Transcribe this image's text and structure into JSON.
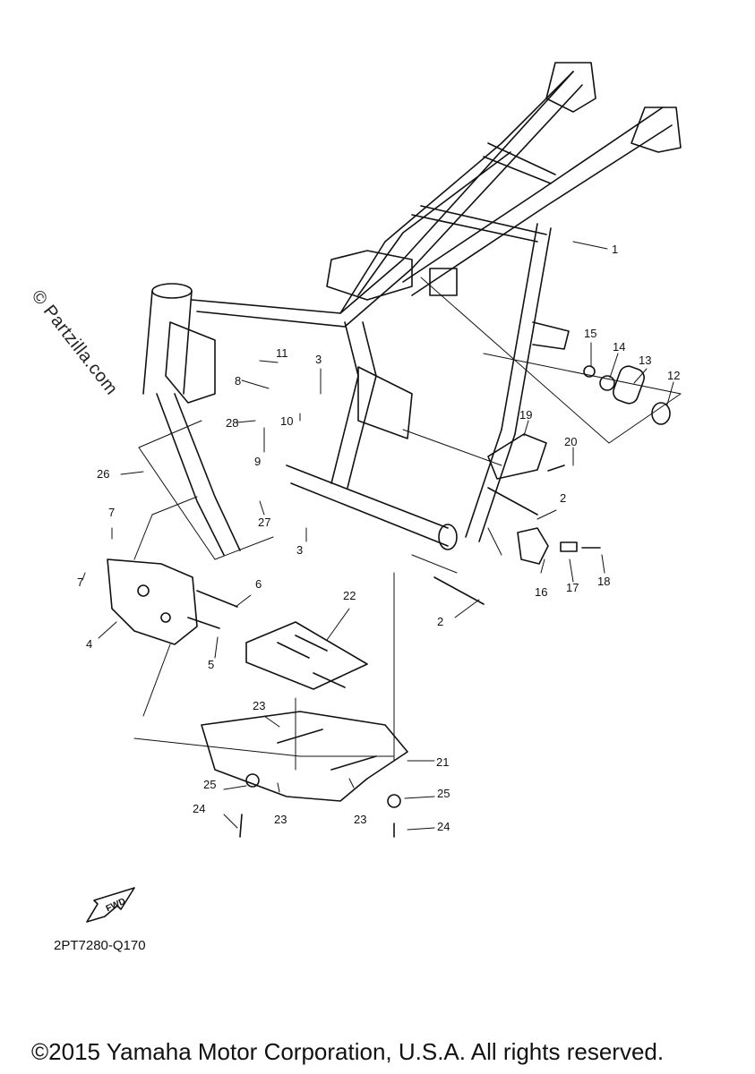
{
  "watermark": "© Partzilla.com",
  "diagram_code": "2PT7280-Q170",
  "copyright": "©2015 Yamaha Motor Corporation, U.S.A. All rights reserved.",
  "fwd_label": "FWD",
  "callouts": [
    {
      "id": "c1",
      "text": "1"
    },
    {
      "id": "c2a",
      "text": "2"
    },
    {
      "id": "c2b",
      "text": "2"
    },
    {
      "id": "c3a",
      "text": "3"
    },
    {
      "id": "c3b",
      "text": "3"
    },
    {
      "id": "c4",
      "text": "4"
    },
    {
      "id": "c5",
      "text": "5"
    },
    {
      "id": "c6",
      "text": "6"
    },
    {
      "id": "c7a",
      "text": "7"
    },
    {
      "id": "c7b",
      "text": "7"
    },
    {
      "id": "c8",
      "text": "8"
    },
    {
      "id": "c9",
      "text": "9"
    },
    {
      "id": "c10",
      "text": "10"
    },
    {
      "id": "c11",
      "text": "11"
    },
    {
      "id": "c12",
      "text": "12"
    },
    {
      "id": "c13",
      "text": "13"
    },
    {
      "id": "c14",
      "text": "14"
    },
    {
      "id": "c15",
      "text": "15"
    },
    {
      "id": "c16",
      "text": "16"
    },
    {
      "id": "c17",
      "text": "17"
    },
    {
      "id": "c18",
      "text": "18"
    },
    {
      "id": "c19",
      "text": "19"
    },
    {
      "id": "c20",
      "text": "20"
    },
    {
      "id": "c21",
      "text": "21"
    },
    {
      "id": "c22",
      "text": "22"
    },
    {
      "id": "c23a",
      "text": "23"
    },
    {
      "id": "c23b",
      "text": "23"
    },
    {
      "id": "c23c",
      "text": "23"
    },
    {
      "id": "c24a",
      "text": "24"
    },
    {
      "id": "c24b",
      "text": "24"
    },
    {
      "id": "c25a",
      "text": "25"
    },
    {
      "id": "c25b",
      "text": "25"
    },
    {
      "id": "c26",
      "text": "26"
    },
    {
      "id": "c27",
      "text": "27"
    },
    {
      "id": "c28",
      "text": "28"
    }
  ]
}
